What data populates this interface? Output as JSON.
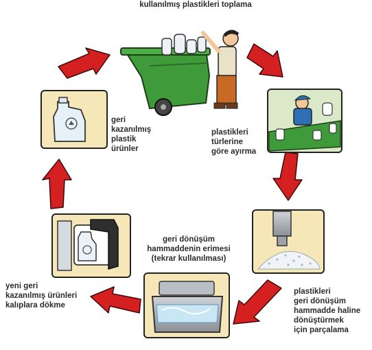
{
  "diagram": {
    "steps": [
      {
        "id": "collect",
        "label": "kullanılmış plastikleri toplama"
      },
      {
        "id": "sort",
        "label": "plastikleri\ntürlerine\ngöre ayırma"
      },
      {
        "id": "shred",
        "label": "plastikleri\ngeri dönüşüm\nhammadde haline\ndönüştürmek\niçin parçalama"
      },
      {
        "id": "melt",
        "label": "geri dönüşüm\nhammaddenin erimesi\n(tekrar kullanılması)"
      },
      {
        "id": "mold",
        "label": "yeni geri\nkazanılmış ürünleri\nkalıplara dökme"
      },
      {
        "id": "product",
        "label": "geri\nkazanılmış\nplastik\nürünler"
      }
    ],
    "colors": {
      "arrow": "#d42020",
      "bin": "#3f9a3a",
      "panel_bg": "#f6e7b8",
      "panel_border": "#222222"
    },
    "icons": [
      "recycling-bin-icon",
      "sorting-worker-icon",
      "shredder-icon",
      "melting-tank-icon",
      "mold-machine-icon",
      "plastic-jug-icon",
      "arrow-icon"
    ]
  }
}
